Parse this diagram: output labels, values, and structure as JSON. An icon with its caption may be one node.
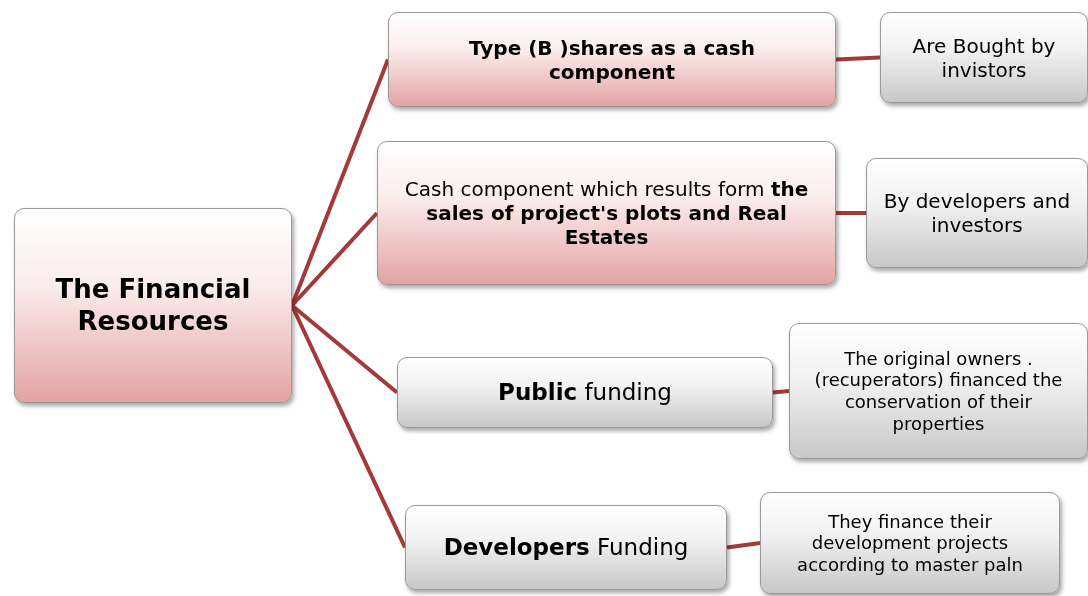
{
  "diagram": {
    "nodes": [
      {
        "text": [
          "The Financial Resources"
        ]
      },
      {
        "text": [
          "Type (B )shares as a cash component"
        ]
      },
      {
        "text": [
          "Are Bought by invistors"
        ]
      },
      {
        "text": [
          "Cash component  which results form **the sales of project's plots and Real Estates**"
        ]
      },
      {
        "text": [
          "By developers and investors"
        ]
      },
      {
        "text": [
          "**Public** funding"
        ]
      },
      {
        "text": [
          "The  original owners  . (recuperators) financed the conservation  of their properties"
        ]
      },
      {
        "text": [
          "**Developers** Funding"
        ]
      },
      {
        "text": [
          "They finance their development projects according to master paln"
        ]
      }
    ],
    "edges": [
      {
        "from": 0,
        "to": 1,
        "arrow": "none"
      },
      {
        "from": 0,
        "to": 3,
        "arrow": "none"
      },
      {
        "from": 0,
        "to": 5,
        "arrow": "none"
      },
      {
        "from": 0,
        "to": 7,
        "arrow": "none"
      },
      {
        "from": 1,
        "to": 2,
        "arrow": "none"
      },
      {
        "from": 3,
        "to": 4,
        "arrow": "none"
      },
      {
        "from": 5,
        "to": 6,
        "arrow": "none"
      },
      {
        "from": 7,
        "to": 8,
        "arrow": "none"
      }
    ]
  }
}
